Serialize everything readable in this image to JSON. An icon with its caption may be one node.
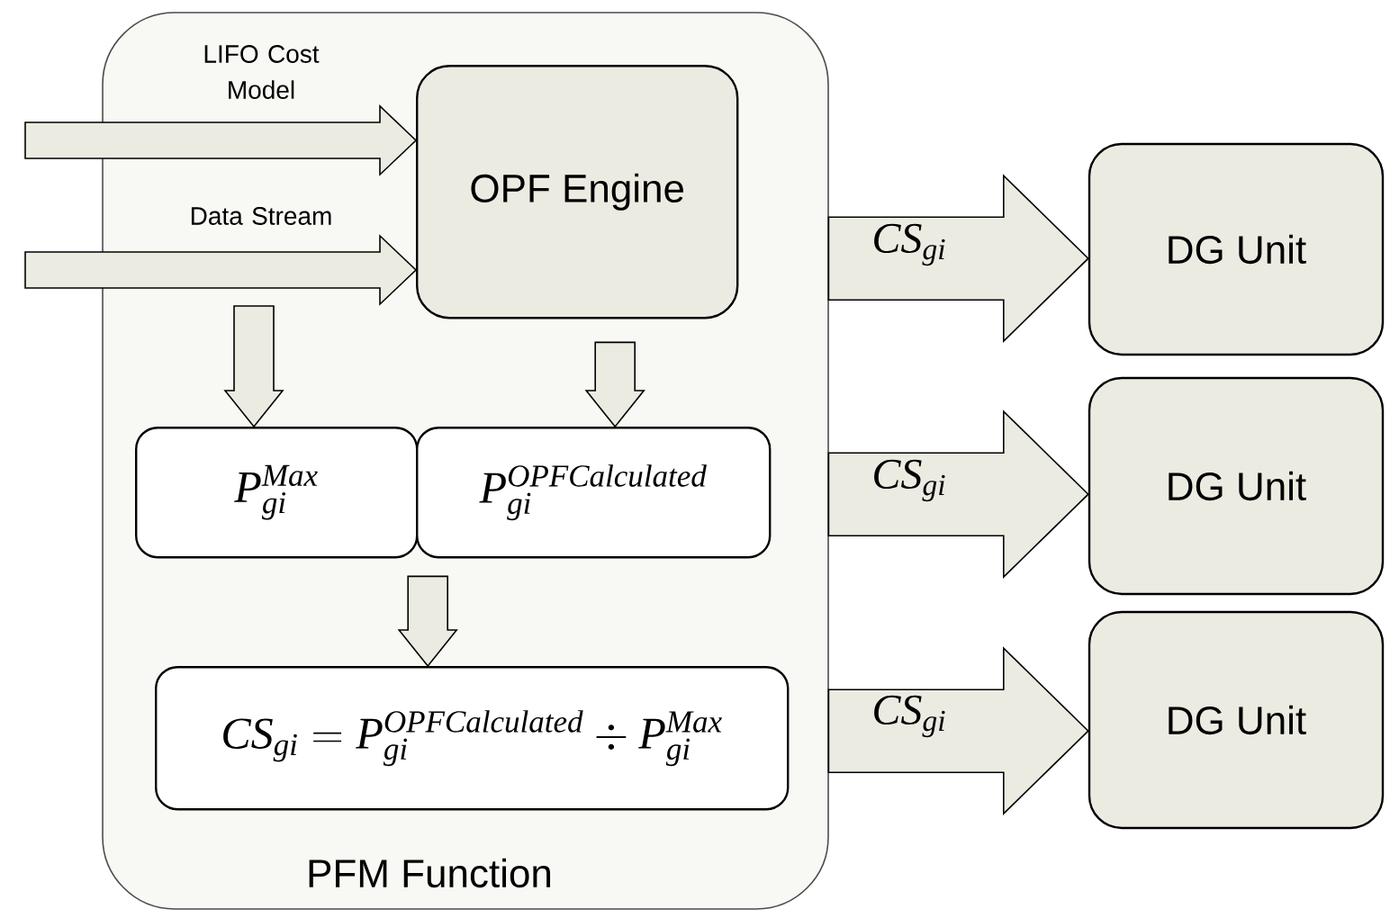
{
  "diagram": {
    "nodes": [
      {
        "text": [
          "PFM Function"
        ]
      },
      {
        "text": [
          "OPF Engine"
        ],
        "in": 0
      },
      {
        "text": [
          "P_{gi}^{Max}"
        ],
        "in": 0
      },
      {
        "text": [
          "P_{gi}^{OPFCalculated}"
        ],
        "in": 0
      },
      {
        "text": [
          "CS_{gi} = P_{gi}^{OPFCalculated} \\div P_{gi}^{Max}"
        ],
        "in": 0
      },
      {
        "text": [
          "DG Unit"
        ]
      },
      {
        "text": [
          "DG Unit"
        ]
      },
      {
        "text": [
          "DG Unit"
        ]
      }
    ],
    "edges": [
      {
        "from": null,
        "to": 1,
        "arrow": "to",
        "label": "LIFO Cost Model"
      },
      {
        "from": null,
        "to": 1,
        "arrow": "to",
        "label": "Data Stream"
      },
      {
        "from": null,
        "to": 2,
        "arrow": "to"
      },
      {
        "from": 1,
        "to": 3,
        "arrow": "to"
      },
      {
        "from": 2,
        "to": 4,
        "arrow": "to"
      },
      {
        "from": 3,
        "to": 4,
        "arrow": "to"
      },
      {
        "from": 1,
        "to": 5,
        "arrow": "to",
        "label": "CS$_{gi}$"
      },
      {
        "from": 3,
        "to": 6,
        "arrow": "to",
        "label": "CS$_{gi}$"
      },
      {
        "from": 4,
        "to": 7,
        "arrow": "to",
        "label": "CS$_{gi}$"
      }
    ]
  }
}
